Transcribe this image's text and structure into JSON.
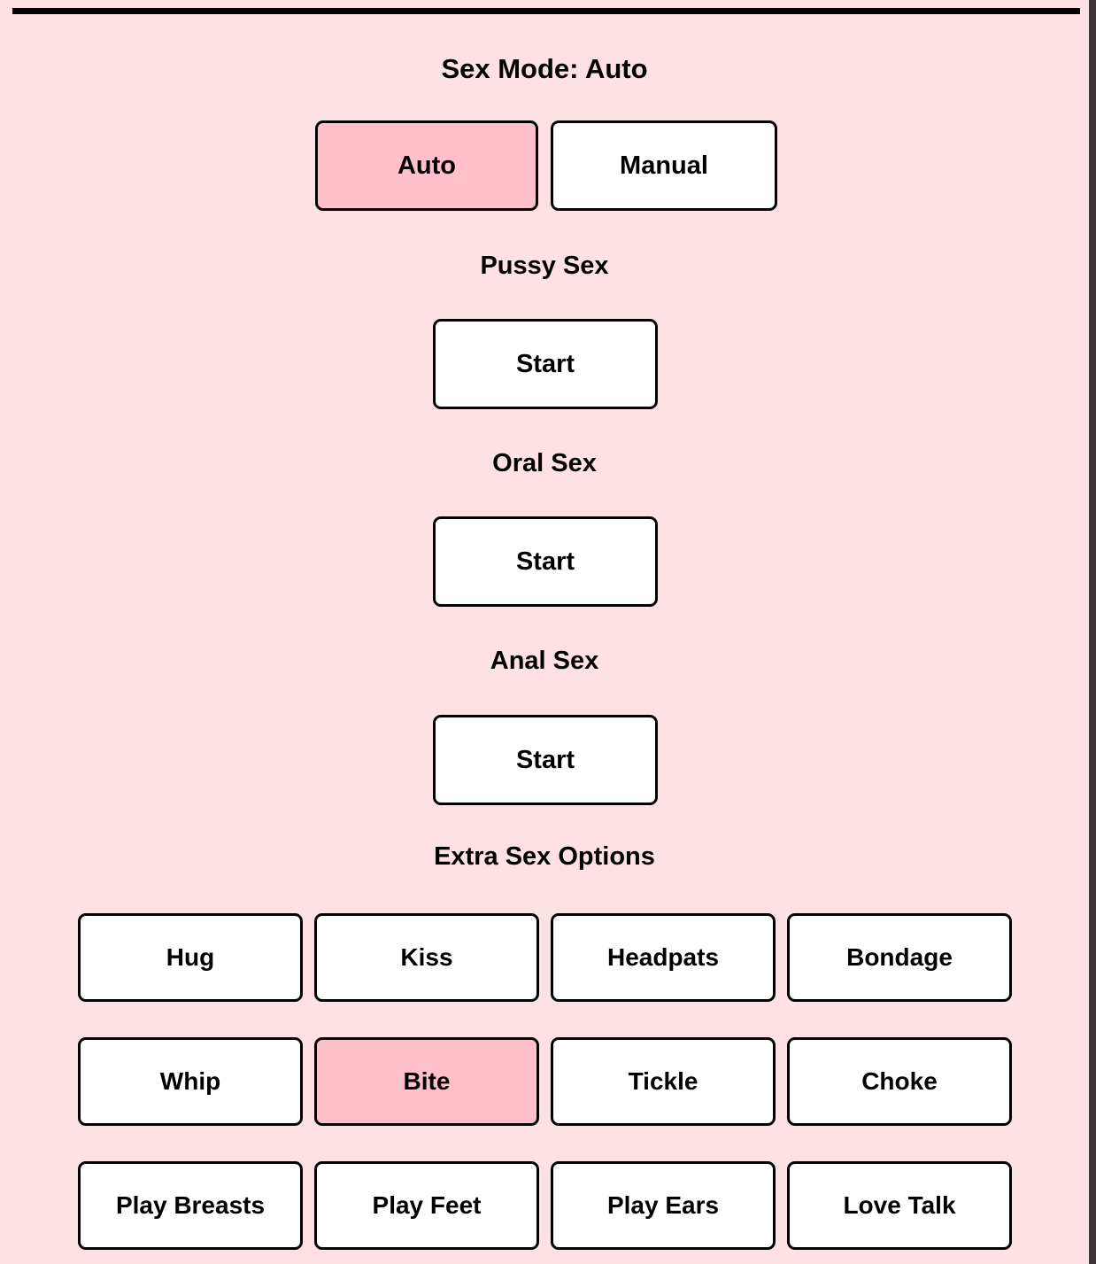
{
  "window": {
    "background_color": "#FDE1E4",
    "accent_pink": "#FFC0CB",
    "border_color": "#000000",
    "gutter_color": "#3C3537"
  },
  "header": {
    "title": "Sex Mode: Auto"
  },
  "mode": {
    "selected": "Auto",
    "options": [
      {
        "label": "Auto",
        "active": true
      },
      {
        "label": "Manual",
        "active": false
      }
    ]
  },
  "sections": [
    {
      "heading": "Pussy Sex",
      "button_label": "Start"
    },
    {
      "heading": "Oral Sex",
      "button_label": "Start"
    },
    {
      "heading": "Anal Sex",
      "button_label": "Start"
    }
  ],
  "extra": {
    "heading": "Extra Sex Options",
    "buttons": [
      {
        "label": "Hug",
        "active": false
      },
      {
        "label": "Kiss",
        "active": false
      },
      {
        "label": "Headpats",
        "active": false
      },
      {
        "label": "Bondage",
        "active": false
      },
      {
        "label": "Whip",
        "active": false
      },
      {
        "label": "Bite",
        "active": true
      },
      {
        "label": "Tickle",
        "active": false
      },
      {
        "label": "Choke",
        "active": false
      },
      {
        "label": "Play Breasts",
        "active": false
      },
      {
        "label": "Play Feet",
        "active": false
      },
      {
        "label": "Play Ears",
        "active": false
      },
      {
        "label": "Love Talk",
        "active": false
      }
    ]
  }
}
